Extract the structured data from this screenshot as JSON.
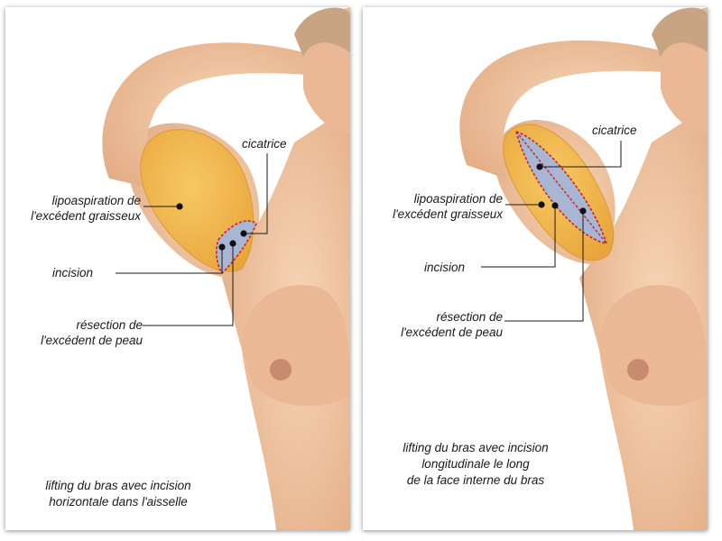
{
  "left": {
    "cicatrice": "cicatrice",
    "lipo_line1": "lipoaspiration de",
    "lipo_line2": "l'excédent graisseux",
    "incision": "incision",
    "resection_line1": "résection de",
    "resection_line2": "l'excédent de peau",
    "caption_line1": "lifting du bras avec incision",
    "caption_line2": "horizontale dans l'aisselle"
  },
  "right": {
    "cicatrice": "cicatrice",
    "lipo_line1": "lipoaspiration de",
    "lipo_line2": "l'excédent graisseux",
    "incision": "incision",
    "resection_line1": "résection de",
    "resection_line2": "l'excédent de peau",
    "caption_line1": "lifting du bras avec incision",
    "caption_line2": "longitudinale le long",
    "caption_line3": "de la face interne du bras"
  },
  "colors": {
    "skin": "#f2c9a6",
    "skin_shadow": "#d9a27d",
    "fat_zone": "#f2b74a",
    "resection_zone": "#a9b6d3",
    "incision_line": "#d21f24"
  }
}
